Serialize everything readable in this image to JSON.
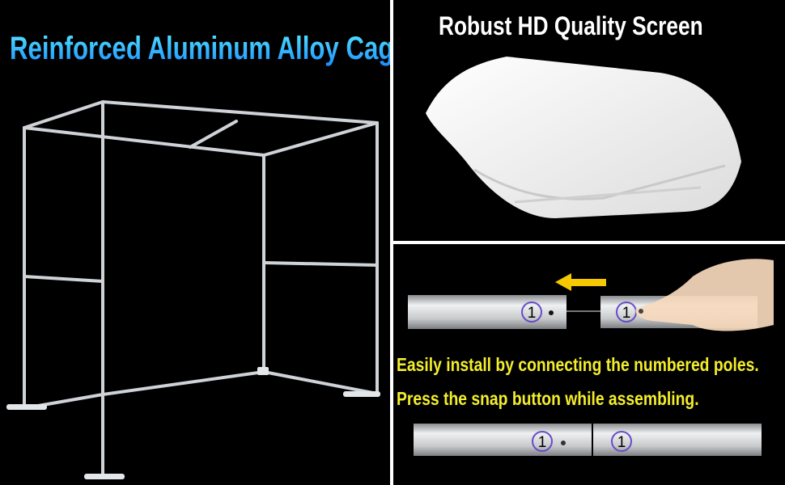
{
  "cage_panel": {
    "title": "Reinforced Aluminum Alloy Cage"
  },
  "screen_panel": {
    "title": "Robust HD Quality Screen"
  },
  "install_panel": {
    "caption_1": "Easily install by connecting the numbered poles.",
    "caption_2": "Press the snap button while assembling.",
    "pole_number": "1"
  },
  "colors": {
    "title_cyan": "#2fb8ff",
    "caption_yellow": "#f3ee2c",
    "arrow_yellow": "#f5c800"
  }
}
